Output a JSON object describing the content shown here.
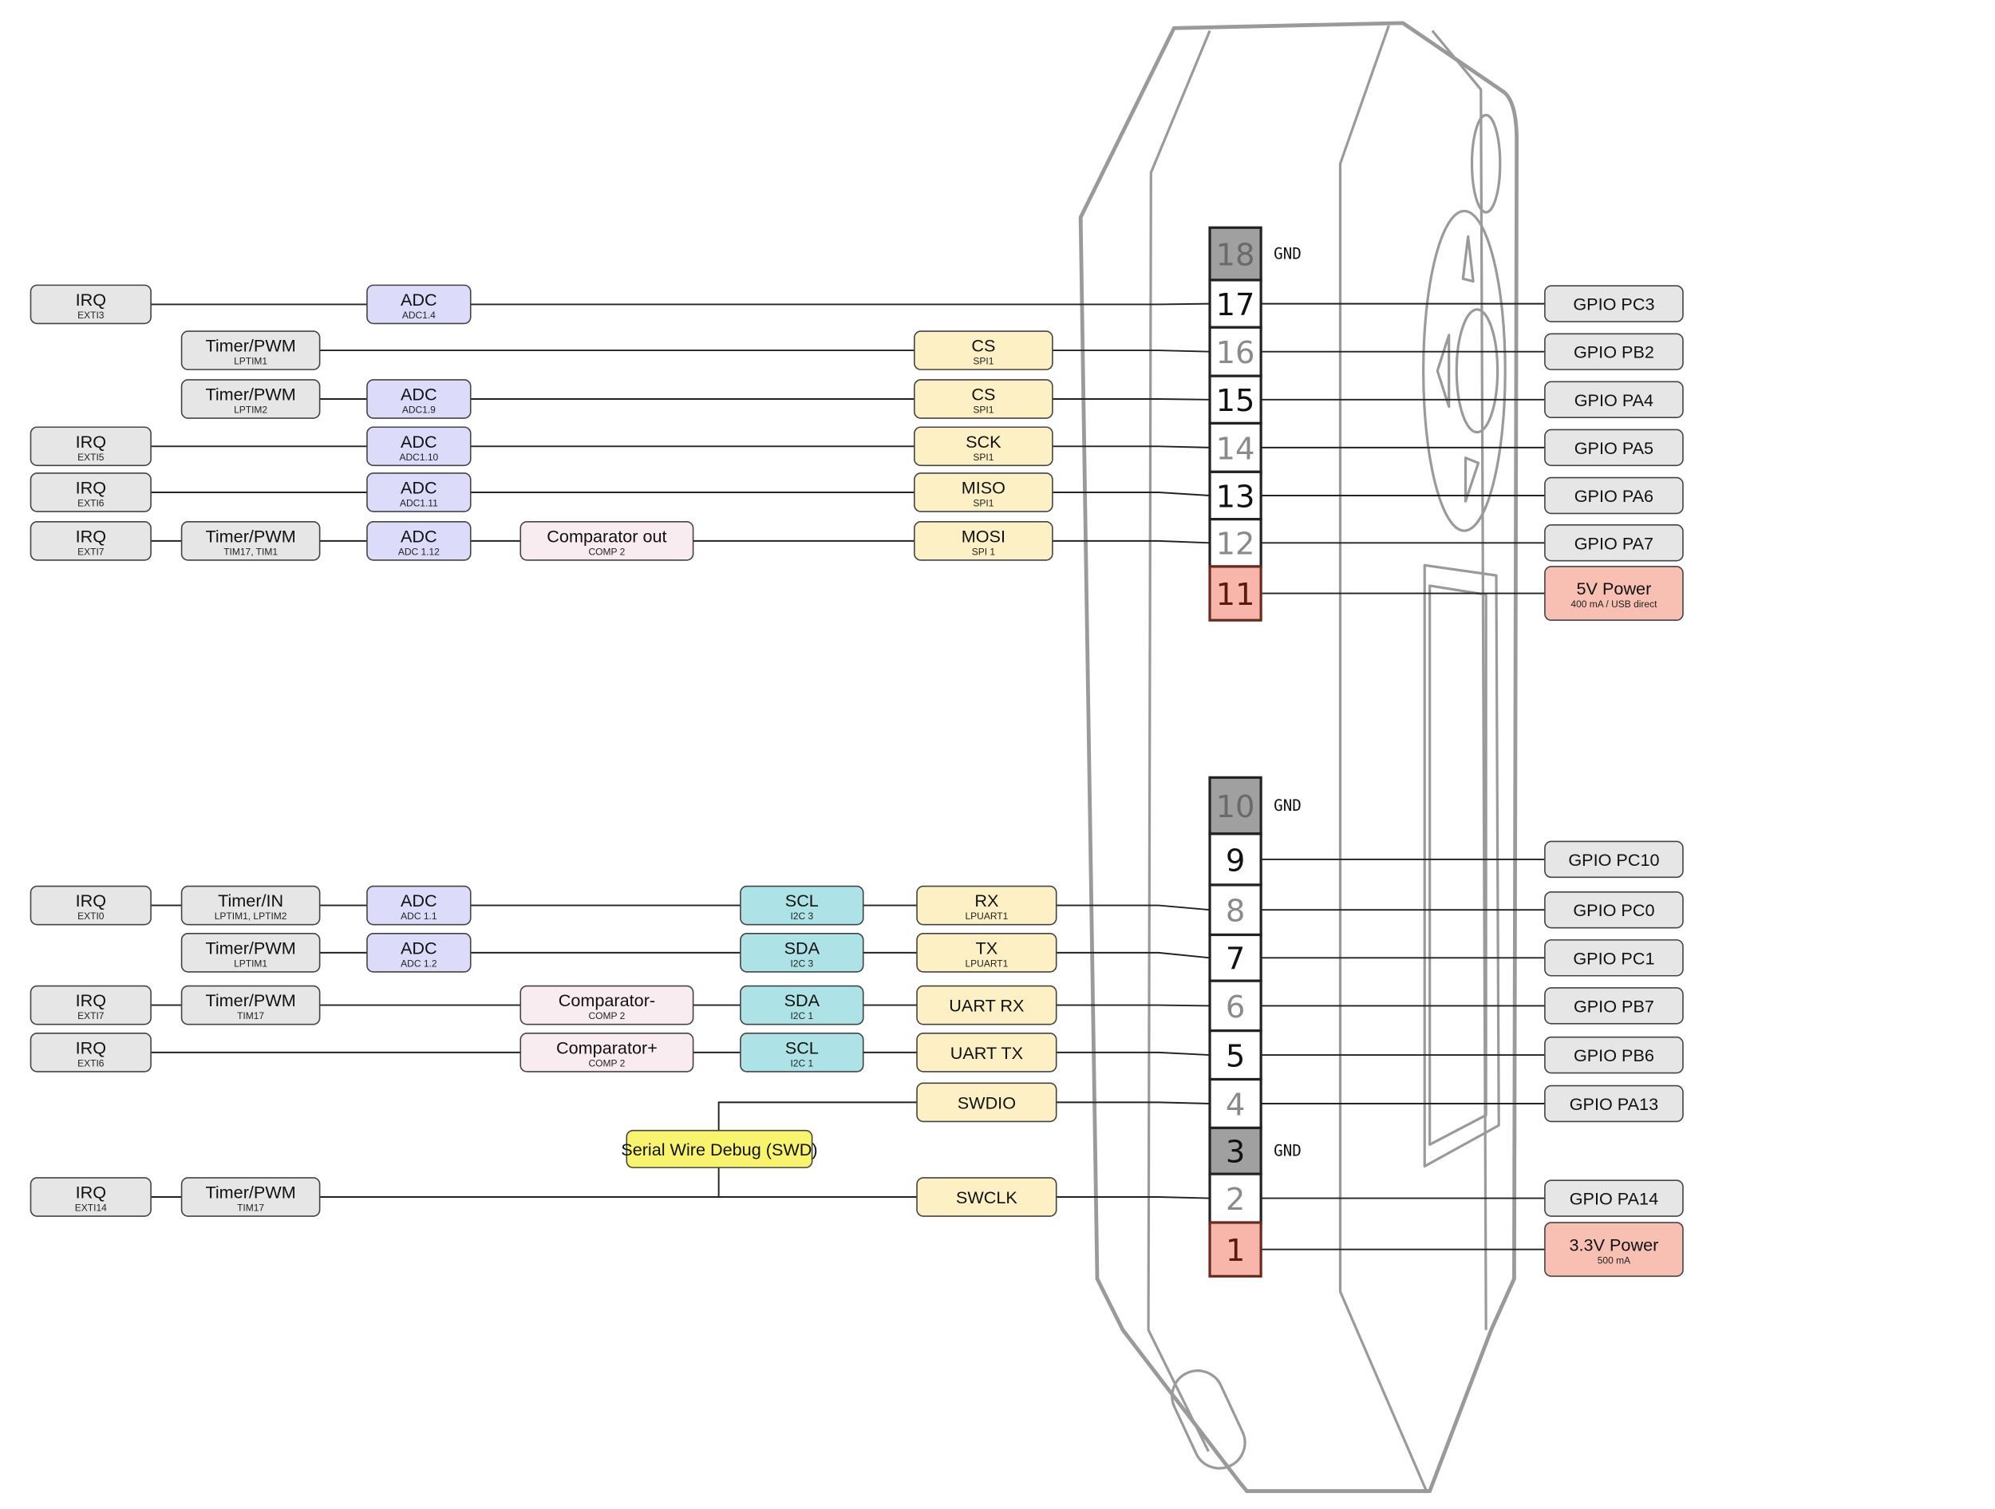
{
  "colors": {
    "irq": "#e6e6e6",
    "timer": "#e6e6e6",
    "gpio": "#e6e6e6",
    "adc": "#dcdcfa",
    "comparator": "#f9ecf0",
    "i2c": "#ade3e6",
    "spi": "#fcf0c4",
    "uart": "#fcf0c4",
    "swd_pin": "#fcf0c4",
    "swd": "#f9f46e",
    "power": "#f8c0b3",
    "power_pin": "#f8b6aa",
    "gnd_pin": "#a0a0a0",
    "outline": "#9a9a9a",
    "wire": "#222222"
  },
  "swd": {
    "label": "Serial Wire Debug (SWD)"
  },
  "pins": [
    {
      "number": "18",
      "type": "gnd",
      "label": "GND"
    },
    {
      "number": "17",
      "type": "gpio",
      "right": {
        "label": "GPIO PC3"
      },
      "functions": [
        {
          "kind": "irq",
          "label": "IRQ",
          "sub": "EXTI3"
        },
        {
          "kind": "adc",
          "label": "ADC",
          "sub": "ADC1.4"
        }
      ]
    },
    {
      "number": "16",
      "type": "gpio",
      "right": {
        "label": "GPIO PB2"
      },
      "functions": [
        {
          "kind": "timer",
          "label": "Timer/PWM",
          "sub": "LPTIM1"
        },
        {
          "kind": "spi",
          "label": "CS",
          "sub": "SPI1"
        }
      ]
    },
    {
      "number": "15",
      "type": "gpio",
      "right": {
        "label": "GPIO PA4"
      },
      "functions": [
        {
          "kind": "timer",
          "label": "Timer/PWM",
          "sub": "LPTIM2"
        },
        {
          "kind": "adc",
          "label": "ADC",
          "sub": "ADC1.9"
        },
        {
          "kind": "spi",
          "label": "CS",
          "sub": "SPI1"
        }
      ]
    },
    {
      "number": "14",
      "type": "gpio",
      "right": {
        "label": "GPIO PA5"
      },
      "functions": [
        {
          "kind": "irq",
          "label": "IRQ",
          "sub": "EXTI5"
        },
        {
          "kind": "adc",
          "label": "ADC",
          "sub": "ADC1.10"
        },
        {
          "kind": "spi",
          "label": "SCK",
          "sub": "SPI1"
        }
      ]
    },
    {
      "number": "13",
      "type": "gpio",
      "right": {
        "label": "GPIO PA6"
      },
      "functions": [
        {
          "kind": "irq",
          "label": "IRQ",
          "sub": "EXTI6"
        },
        {
          "kind": "adc",
          "label": "ADC",
          "sub": "ADC1.11"
        },
        {
          "kind": "spi",
          "label": "MISO",
          "sub": "SPI1"
        }
      ]
    },
    {
      "number": "12",
      "type": "gpio",
      "right": {
        "label": "GPIO PA7"
      },
      "functions": [
        {
          "kind": "irq",
          "label": "IRQ",
          "sub": "EXTI7"
        },
        {
          "kind": "timer",
          "label": "Timer/PWM",
          "sub": "TIM17, TIM1"
        },
        {
          "kind": "adc",
          "label": "ADC",
          "sub": "ADC 1.12"
        },
        {
          "kind": "comparator",
          "label": "Comparator out",
          "sub": "COMP 2"
        },
        {
          "kind": "spi",
          "label": "MOSI",
          "sub": "SPI 1"
        }
      ]
    },
    {
      "number": "11",
      "type": "power",
      "right": {
        "label": "5V Power",
        "sub": "400 mA / USB direct"
      }
    },
    {
      "number": "10",
      "type": "gnd",
      "label": "GND"
    },
    {
      "number": "9",
      "type": "gpio",
      "right": {
        "label": "GPIO PC10"
      }
    },
    {
      "number": "8",
      "type": "gpio",
      "right": {
        "label": "GPIO PC0"
      },
      "functions": [
        {
          "kind": "irq",
          "label": "IRQ",
          "sub": "EXTI0"
        },
        {
          "kind": "timer",
          "label": "Timer/IN",
          "sub": "LPTIM1, LPTIM2"
        },
        {
          "kind": "adc",
          "label": "ADC",
          "sub": "ADC 1.1"
        },
        {
          "kind": "i2c",
          "label": "SCL",
          "sub": "I2C 3"
        },
        {
          "kind": "uart",
          "label": "RX",
          "sub": "LPUART1"
        }
      ]
    },
    {
      "number": "7",
      "type": "gpio",
      "right": {
        "label": "GPIO PC1"
      },
      "functions": [
        {
          "kind": "timer",
          "label": "Timer/PWM",
          "sub": "LPTIM1"
        },
        {
          "kind": "adc",
          "label": "ADC",
          "sub": "ADC 1.2"
        },
        {
          "kind": "i2c",
          "label": "SDA",
          "sub": "I2C 3"
        },
        {
          "kind": "uart",
          "label": "TX",
          "sub": "LPUART1"
        }
      ]
    },
    {
      "number": "6",
      "type": "gpio",
      "right": {
        "label": "GPIO PB7"
      },
      "functions": [
        {
          "kind": "irq",
          "label": "IRQ",
          "sub": "EXTI7"
        },
        {
          "kind": "timer",
          "label": "Timer/PWM",
          "sub": "TIM17"
        },
        {
          "kind": "comparator",
          "label": "Comparator-",
          "sub": "COMP 2"
        },
        {
          "kind": "i2c",
          "label": "SDA",
          "sub": "I2C 1"
        },
        {
          "kind": "uart",
          "label": "UART RX"
        }
      ]
    },
    {
      "number": "5",
      "type": "gpio",
      "right": {
        "label": "GPIO PB6"
      },
      "functions": [
        {
          "kind": "irq",
          "label": "IRQ",
          "sub": "EXTI6"
        },
        {
          "kind": "comparator",
          "label": "Comparator+",
          "sub": "COMP 2"
        },
        {
          "kind": "i2c",
          "label": "SCL",
          "sub": "I2C 1"
        },
        {
          "kind": "uart",
          "label": "UART TX"
        }
      ]
    },
    {
      "number": "4",
      "type": "gpio",
      "right": {
        "label": "GPIO PA13"
      },
      "functions": [
        {
          "kind": "swd_pin",
          "label": "SWDIO"
        }
      ]
    },
    {
      "number": "3",
      "type": "gnd",
      "label": "GND"
    },
    {
      "number": "2",
      "type": "gpio",
      "right": {
        "label": "GPIO PA14"
      },
      "functions": [
        {
          "kind": "irq",
          "label": "IRQ",
          "sub": "EXTI14"
        },
        {
          "kind": "timer",
          "label": "Timer/PWM",
          "sub": "TIM17"
        },
        {
          "kind": "swd_pin",
          "label": "SWCLK"
        }
      ]
    },
    {
      "number": "1",
      "type": "power",
      "right": {
        "label": "3.3V Power",
        "sub": "500 mA"
      }
    }
  ]
}
